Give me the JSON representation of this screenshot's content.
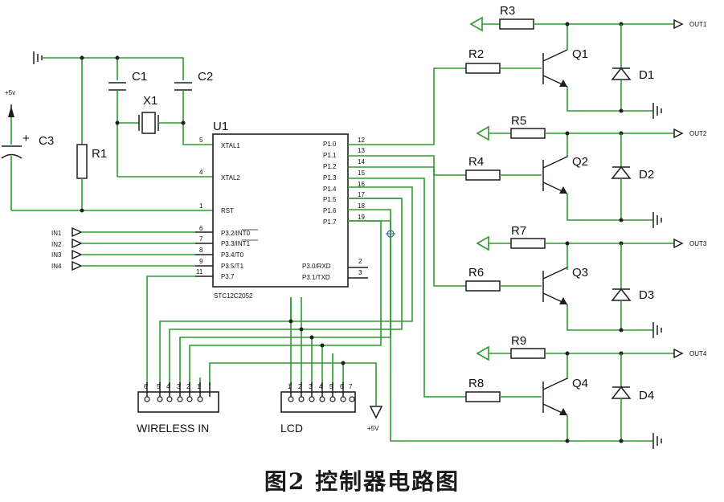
{
  "caption": "图2 控制器电路图",
  "mcu": {
    "ref": "U1",
    "part": "STC12C2052",
    "left_pins": [
      {
        "num": "5",
        "name": "XTAL1"
      },
      {
        "num": "4",
        "name": "XTAL2"
      },
      {
        "num": "1",
        "name": "RST"
      },
      {
        "num": "6",
        "name": "P3.2/INT0"
      },
      {
        "num": "7",
        "name": "P3.3/INT1"
      },
      {
        "num": "8",
        "name": "P3.4/T0"
      },
      {
        "num": "9",
        "name": "P3.5/T1"
      },
      {
        "num": "11",
        "name": "P3.7"
      }
    ],
    "right_pins": [
      {
        "num": "12",
        "name": "P1.0"
      },
      {
        "num": "13",
        "name": "P1.1"
      },
      {
        "num": "14",
        "name": "P1.2"
      },
      {
        "num": "15",
        "name": "P1.3"
      },
      {
        "num": "16",
        "name": "P1.4"
      },
      {
        "num": "17",
        "name": "P1.5"
      },
      {
        "num": "18",
        "name": "P1.6"
      },
      {
        "num": "19",
        "name": "P1.7"
      }
    ],
    "serial_pins": [
      {
        "num": "2",
        "name": "P3.0/RXD"
      },
      {
        "num": "3",
        "name": "P3.1/TXD"
      }
    ]
  },
  "components": {
    "c1": "C1",
    "c2": "C2",
    "c3": "C3",
    "x1": "X1",
    "r1": "R1",
    "plus": "+",
    "vcc": "+5v",
    "gnd_mark": "⊥"
  },
  "inputs": [
    "IN1",
    "IN2",
    "IN3",
    "IN4"
  ],
  "outputs": [
    {
      "rb": "R2",
      "rc": "R3",
      "q": "Q1",
      "d": "D1",
      "out": "OUT1"
    },
    {
      "rb": "R4",
      "rc": "R5",
      "q": "Q2",
      "d": "D2",
      "out": "OUT2"
    },
    {
      "rb": "R6",
      "rc": "R7",
      "q": "Q3",
      "d": "D3",
      "out": "OUT3"
    },
    {
      "rb": "R8",
      "rc": "R9",
      "q": "Q4",
      "d": "D4",
      "out": "OUT4"
    }
  ],
  "connectors": {
    "wireless": {
      "label": "WIRELESS IN",
      "pins": [
        "6",
        "5",
        "4",
        "3",
        "2",
        "1"
      ]
    },
    "lcd": {
      "label": "LCD",
      "pins": [
        "1",
        "2",
        "3",
        "4",
        "5",
        "6",
        "7"
      ]
    },
    "vcc": "+5V"
  }
}
